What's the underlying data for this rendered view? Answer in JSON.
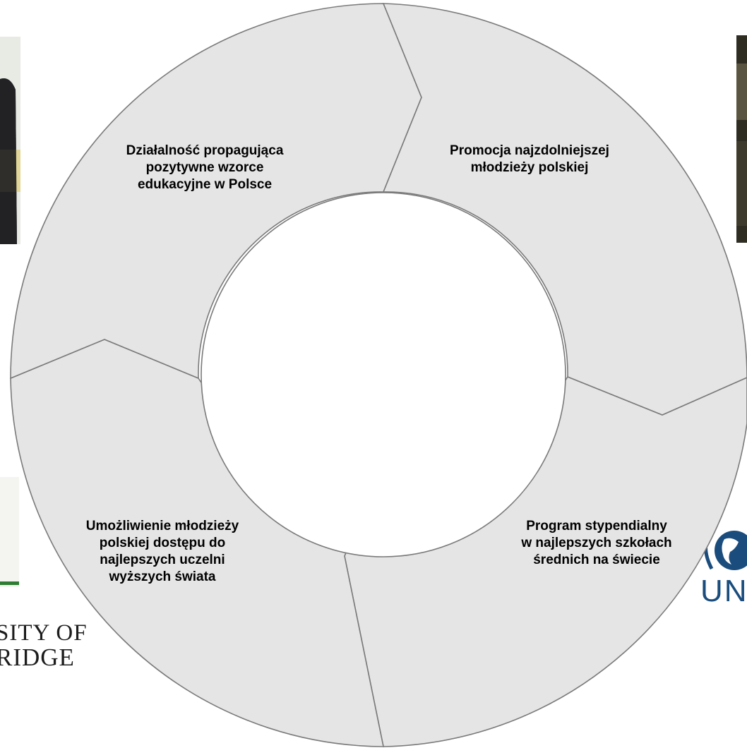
{
  "diagram": {
    "segments": [
      {
        "label": "Działalność propagująca\npozytywne wzorce\nedukacyjne w Polsce"
      },
      {
        "label": "Promocja najzdolniejszej\nmłodzieży polskiej"
      },
      {
        "label": "Program stypendialny\nw najlepszych szkołach\nśrednich na świecie"
      },
      {
        "label": "Umożliwienie młodzieży\npolskiej dostępu do\nnajlepszych uczelni\nwyższych świata"
      }
    ],
    "colors": {
      "fill": "#e5e5e5",
      "stroke": "#7a7a7a",
      "center": "#ffffff"
    }
  },
  "background": {
    "cambridge_logo": {
      "line1": "SITY OF",
      "line2": "RIDGE"
    },
    "un_logo": {
      "text": "UN"
    },
    "images": [
      "photo-left",
      "photo-right",
      "certificate",
      "globe-icon"
    ]
  }
}
